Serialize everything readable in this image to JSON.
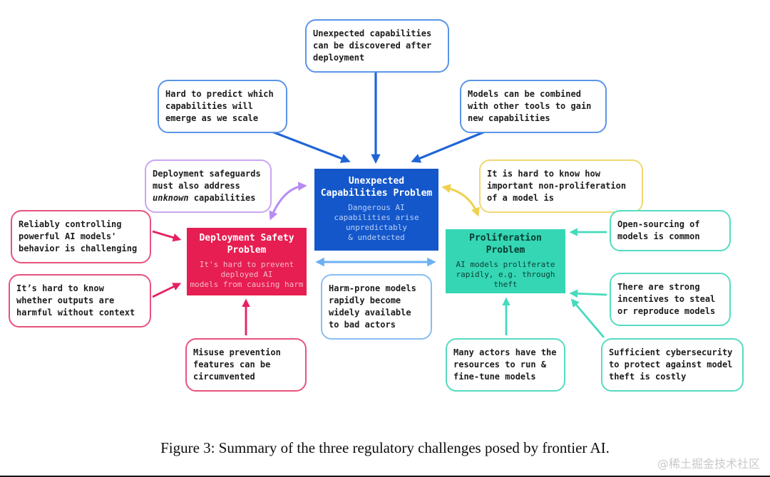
{
  "palette": {
    "blue_box": "#1457cb",
    "red_box": "#e61e51",
    "teal_box": "#35d6b4",
    "blue_arrow": "#2065d6",
    "light_blue_arrow": "#6db1f5",
    "purple_arrow": "#b78cf2",
    "yellow_arrow": "#eed14f",
    "pink_arrow": "#e62160",
    "teal_arrow": "#45dbbc"
  },
  "problems": {
    "unexpected": {
      "title": "Unexpected\nCapabilities Problem",
      "subtitle": "Dangerous AI\ncapabilities arise\nunpredictably\n& undetected"
    },
    "deployment": {
      "title": "Deployment Safety\nProblem",
      "subtitle": "It's hard to prevent\ndeployed AI\nmodels from causing harm"
    },
    "proliferation": {
      "title": "Proliferation\nProblem",
      "subtitle": "AI models proliferate\nrapidly, e.g. through\ntheft"
    }
  },
  "callouts": {
    "discovered_after_deployment": "Unexpected capabilities\ncan be discovered after\ndeployment",
    "hard_to_predict": "Hard to predict which\ncapabilities will\nemerge as we scale",
    "combined_with_tools": "Models can be combined\nwith other tools to gain\nnew capabilities",
    "safeguards": {
      "line1": "Deployment safeguards",
      "line2": "must also address",
      "italic_word": "unknown",
      "line3_rest": " capabilities"
    },
    "non_proliferation_importance": "It is hard to know how\nimportant non-proliferation\nof a model is",
    "reliably_controlling": "Reliably controlling\npowerful AI models'\nbehavior is challenging",
    "harmful_without_context": "It’s hard to know\nwhether outputs are\nharmful without context",
    "misuse_prevention": "Misuse prevention\nfeatures can be\ncircumvented",
    "harm_prone": "Harm-prone models\nrapidly become\nwidely available\nto bad actors",
    "open_sourcing": "Open-sourcing of\nmodels is common",
    "strong_incentives": "There are strong\nincentives to steal\nor reproduce models",
    "many_actors": "Many actors have the\nresources to run &\nfine-tune models",
    "cybersecurity_costly": "Sufficient cybersecurity\nto protect against model\ntheft is costly"
  },
  "caption": "Figure 3: Summary of the three regulatory challenges posed by frontier AI.",
  "watermark": "@稀土掘金技术社区"
}
